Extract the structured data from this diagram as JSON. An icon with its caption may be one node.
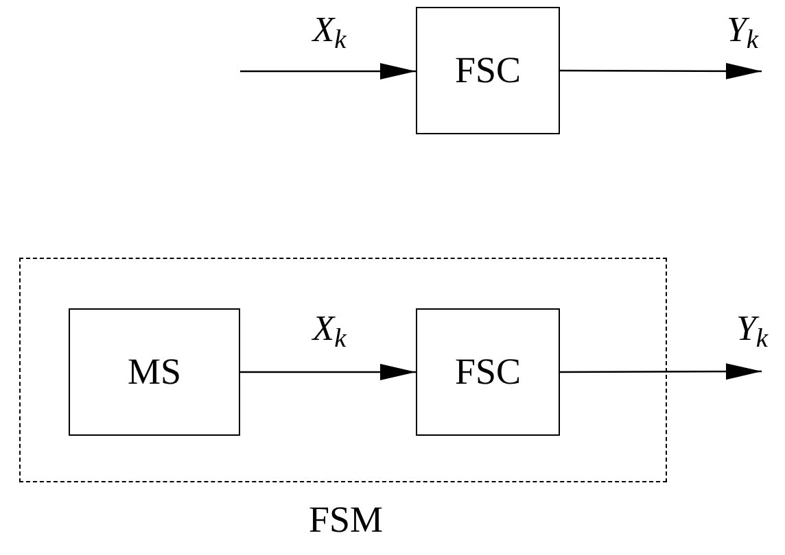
{
  "diagram": {
    "nodes": [
      {
        "text": [
          "FSC"
        ]
      },
      {
        "text": [
          "FSM"
        ]
      },
      {
        "text": [
          "MS"
        ],
        "in": 1
      },
      {
        "text": [
          "FSC"
        ],
        "in": 1
      }
    ],
    "edges": [
      {
        "from": null,
        "to": 0,
        "arrow": "to",
        "label": "X$_{k}$"
      },
      {
        "from": 0,
        "to": null,
        "arrow": "to",
        "label": "Y$_{k}$"
      },
      {
        "from": 2,
        "to": 3,
        "arrow": "to",
        "label": "X$_{k}$"
      },
      {
        "from": 3,
        "to": null,
        "arrow": "to",
        "label": "Y$_{k}$"
      }
    ]
  }
}
